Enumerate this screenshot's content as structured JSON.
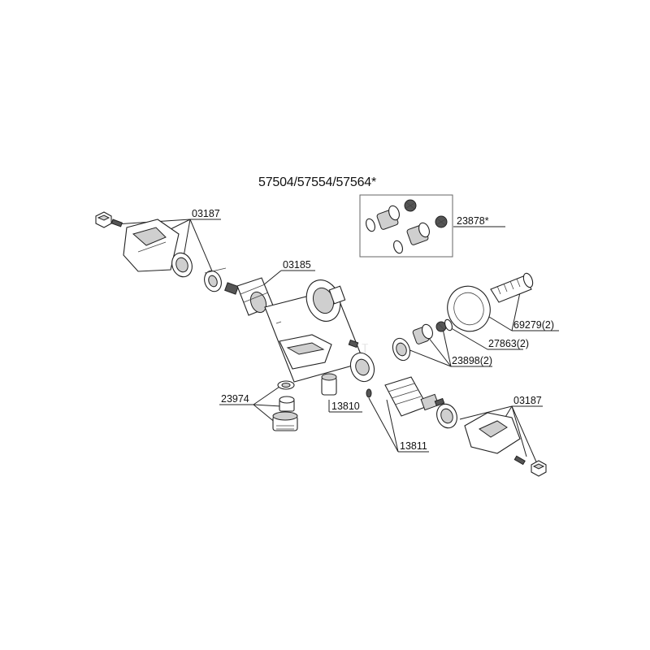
{
  "title": "57504/57554/57564*",
  "watermark": "PLGN",
  "labels": {
    "l03187_top": "03187",
    "l03185": "03185",
    "l23878": "23878*",
    "l69279": "69279(2)",
    "l27863": "27863(2)",
    "l23898": "23898(2)",
    "l03187_bottom": "03187",
    "l23974": "23974",
    "l13810": "13810",
    "l13811": "13811"
  },
  "colors": {
    "line": "#222222",
    "shade": "#cfcfcf",
    "background": "#ffffff"
  }
}
